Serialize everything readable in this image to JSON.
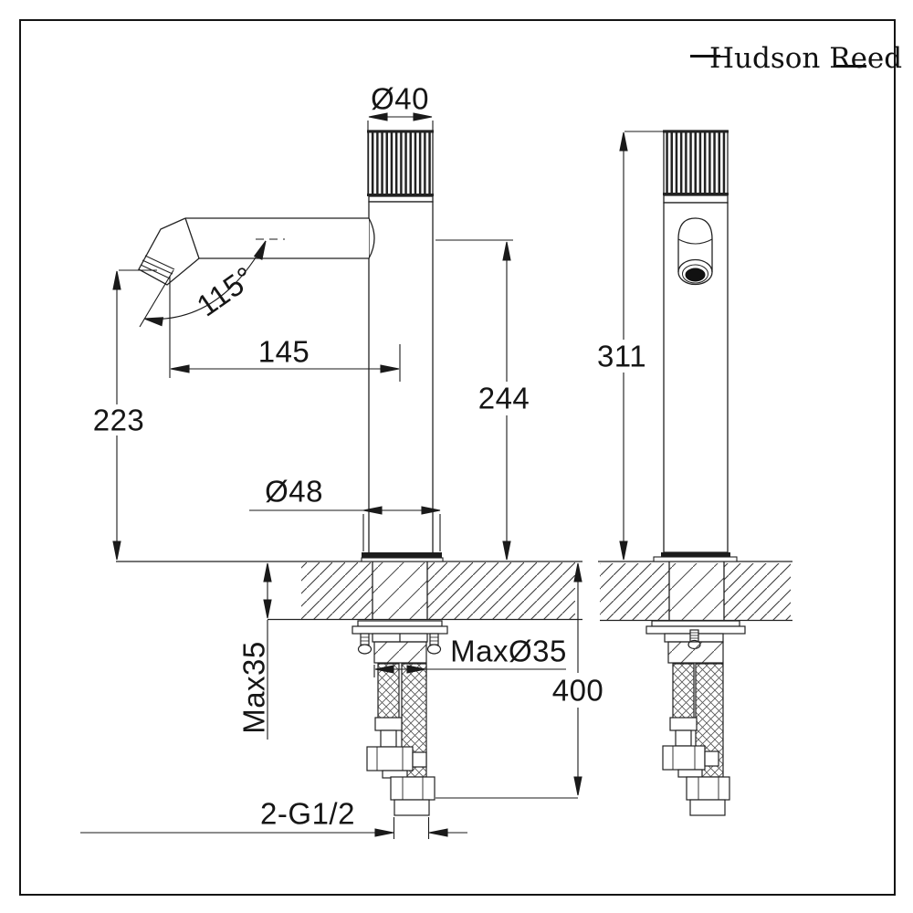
{
  "brand": {
    "logo": "Hudson Reed"
  },
  "dimensions": {
    "handle_diameter": "Ø40",
    "spout_angle": "115°",
    "spout_reach": "145",
    "spout_outlet_height": "223",
    "height_to_spout_centre": "244",
    "base_diameter": "Ø48",
    "overall_height": "311",
    "max_deck_thickness": "Max35",
    "max_hole_diameter": "MaxØ35",
    "hose_length": "400",
    "inlet_thread": "2-G1/2"
  }
}
